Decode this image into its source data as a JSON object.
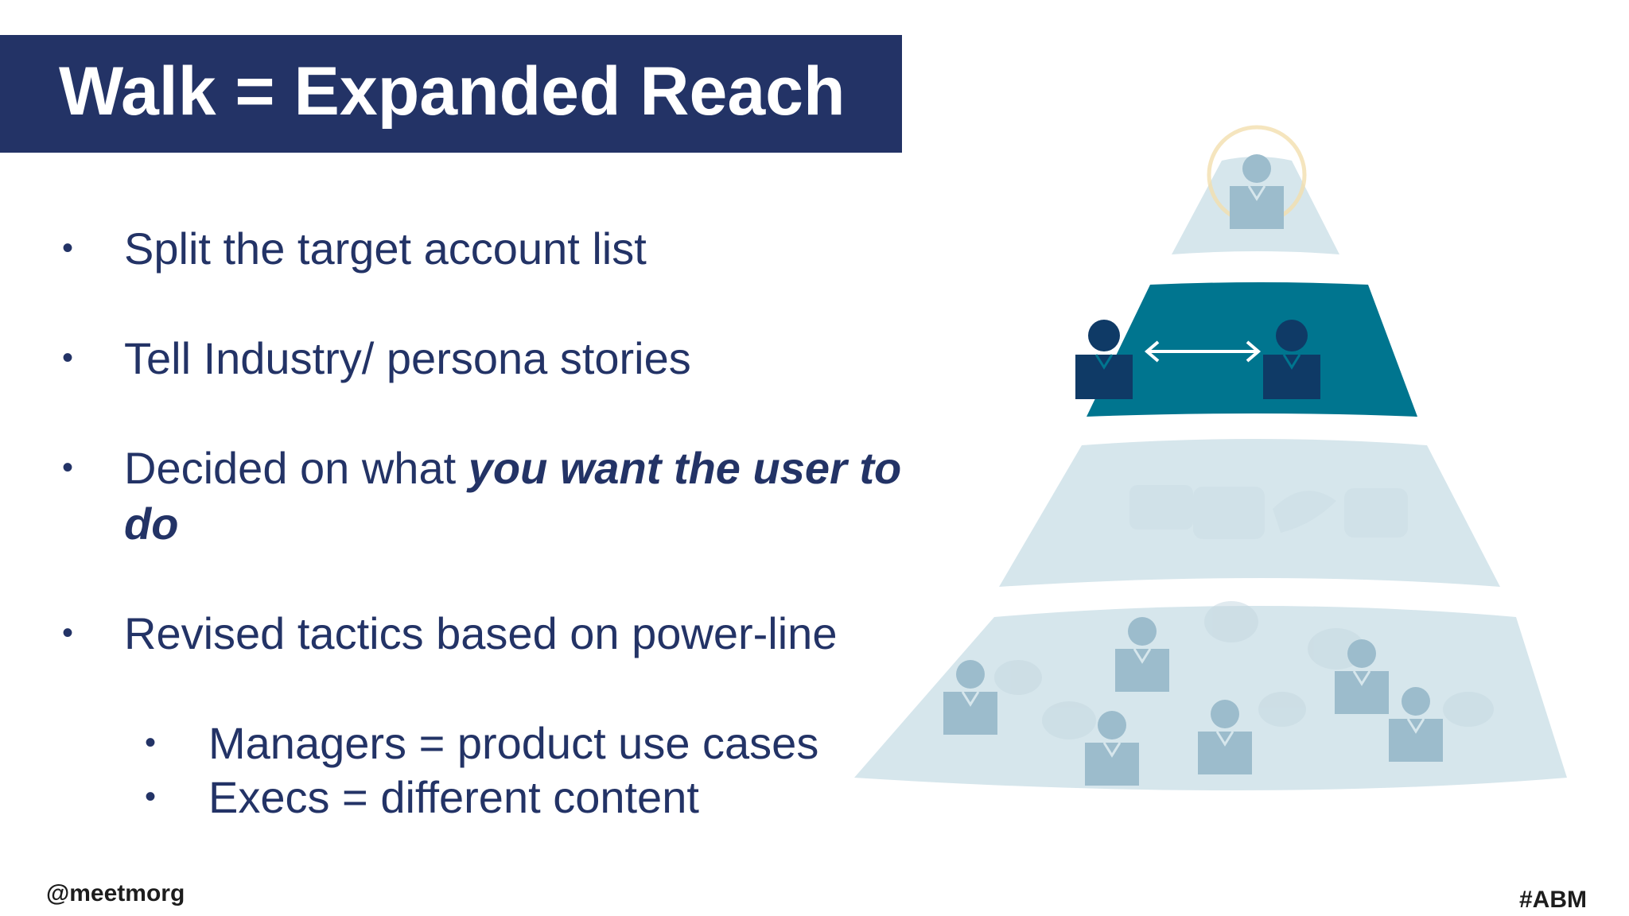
{
  "slide": {
    "title": "Walk = Expanded Reach",
    "bullets": [
      {
        "text": "Split the target account list"
      },
      {
        "text": "Tell Industry/ persona stories"
      },
      {
        "text_plain": "Decided on what ",
        "text_emphasis_line1": "you want the user to",
        "text_emphasis_line2": "do"
      },
      {
        "text": "Revised tactics based on power-line"
      }
    ],
    "sub_bullets": [
      {
        "text": "Managers = product use cases"
      },
      {
        "text": "Execs = different content"
      }
    ],
    "bullet_glyph": "•",
    "footer": {
      "handle": "@meetmorg",
      "hashtag": "#ABM"
    }
  },
  "colors": {
    "title_bar": "#233366",
    "text": "#233366",
    "pyramid_highlight": "#00758f",
    "pyramid_light": "#d6e6ec",
    "person_dark": "#0f3a66",
    "person_light": "#9cbccc"
  },
  "icons": [
    "person-icon",
    "double-arrow-icon",
    "social-media-icons"
  ]
}
